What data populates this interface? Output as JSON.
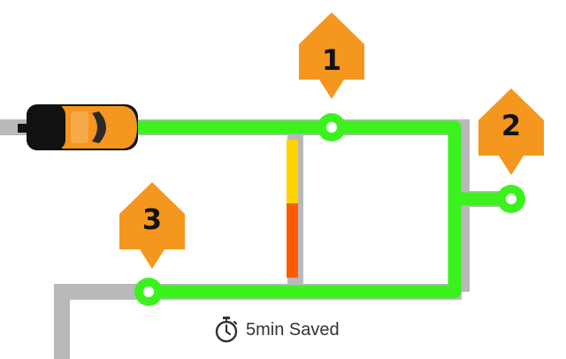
{
  "colors": {
    "road": "#b9b9bb",
    "route": "#3cf21e",
    "pin": "#f5961e",
    "car_body": "#f5961e",
    "car_dark": "#111111",
    "bar_yellow": "#ffd400",
    "bar_red": "#ff5a00"
  },
  "pins": [
    {
      "label": "1"
    },
    {
      "label": "2"
    },
    {
      "label": "3"
    }
  ],
  "caption": {
    "icon": "stopwatch-icon",
    "text": "5min Saved"
  }
}
